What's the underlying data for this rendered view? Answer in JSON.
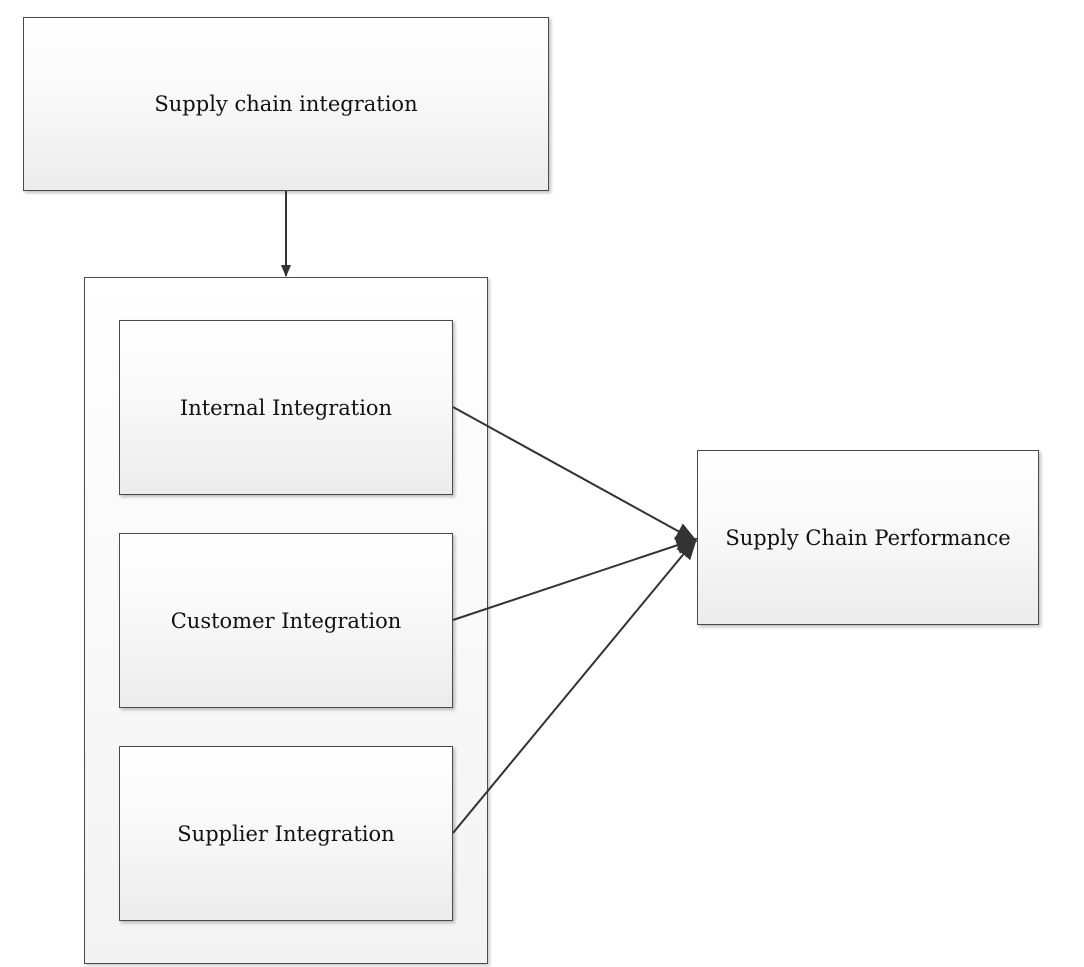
{
  "nodes": {
    "top": {
      "label": "Supply chain integration"
    },
    "internal": {
      "label": "Internal Integration"
    },
    "customer": {
      "label": "Customer Integration"
    },
    "supplier": {
      "label": "Supplier Integration"
    },
    "performance": {
      "label": "Supply Chain Performance"
    }
  },
  "edges": [
    {
      "from": "top",
      "to": "container"
    },
    {
      "from": "internal",
      "to": "performance"
    },
    {
      "from": "customer",
      "to": "performance"
    },
    {
      "from": "supplier",
      "to": "performance"
    }
  ],
  "colors": {
    "line": "#333333",
    "border": "#4a4a4a"
  }
}
